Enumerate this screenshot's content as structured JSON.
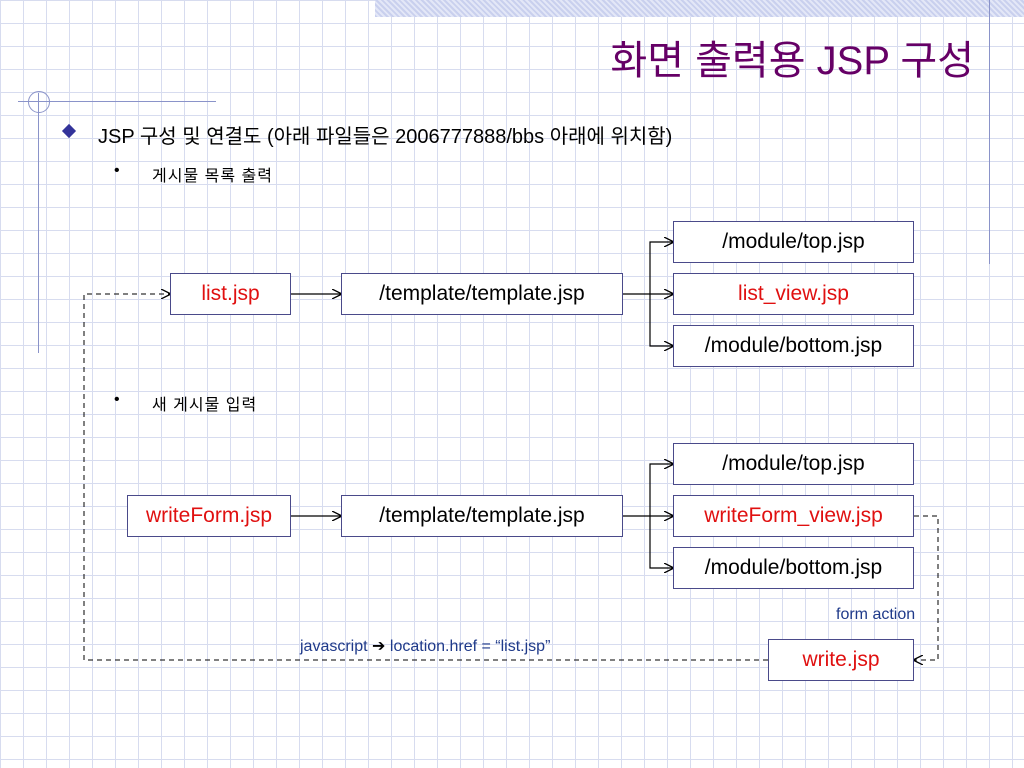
{
  "title": "화면 출력용 JSP 구성",
  "heading": "JSP 구성 및 연결도 (아래 파일들은 2006777888/bbs 아래에 위치함)",
  "sections": [
    {
      "label": "게시물 목록 출력"
    },
    {
      "label": "새 게시물 입력"
    }
  ],
  "nodes": {
    "list": "list.jsp",
    "template1": "/template/template.jsp",
    "top1": "/module/top.jsp",
    "list_view": "list_view.jsp",
    "bottom1": "/module/bottom.jsp",
    "writeForm": "writeForm.jsp",
    "template2": "/template/template.jsp",
    "top2": "/module/top.jsp",
    "writeForm_view": "writeForm_view.jsp",
    "bottom2": "/module/bottom.jsp",
    "write": "write.jsp"
  },
  "edge_labels": {
    "form_action": "form action",
    "javascript": "javascript",
    "javascript_arrow": "➔",
    "location": "location.href = “list.jsp”"
  },
  "colors": {
    "title": "#660066",
    "highlight": "#e01010",
    "edge_label": "#1f3a8a",
    "box_border": "#4a4a8a"
  }
}
